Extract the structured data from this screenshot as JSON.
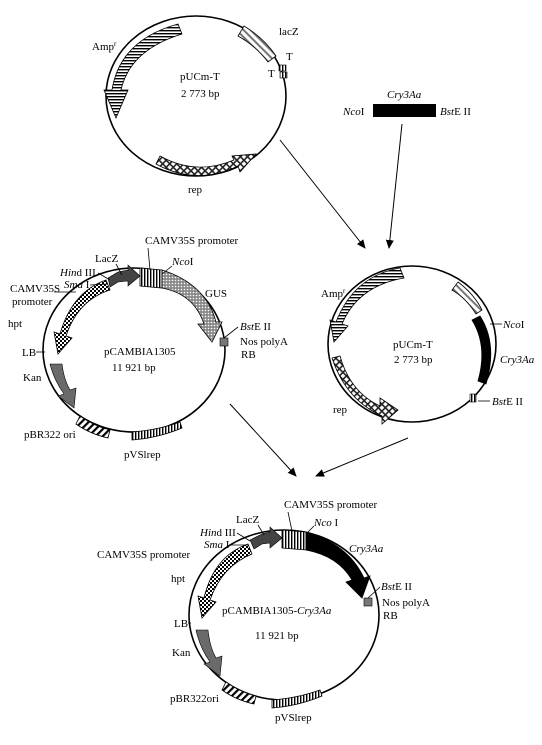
{
  "plasmid1": {
    "name": "pUCm-T",
    "size": "2 773 bp",
    "amp": "Amp",
    "amp_sup": "r",
    "lacz": "lacZ",
    "t1": "T",
    "t2": "T",
    "rep": "rep"
  },
  "insert": {
    "gene": "Cry3Aa",
    "site_left": "Nco",
    "site_left_suffix": "I",
    "site_right": "Bst",
    "site_right_suffix": "E II"
  },
  "plasmid2": {
    "name": "pCAMBIA1305",
    "size": "11 921 bp",
    "camv_top": "CAMV35S promoter",
    "lacz": "LacZ",
    "nco": "Nco",
    "nco_suffix": "I",
    "hind": "Hin",
    "hind_suffix": "d III",
    "sma": "Sma",
    "sma_suffix": " I",
    "camv_left_1": "CAMV35S",
    "camv_left_2": "promoter",
    "hpt": "hpt",
    "gus": "GUS",
    "bst": "Bst",
    "bst_suffix": "E II",
    "nos": "Nos polyA",
    "rb": "RB",
    "lb": "LB",
    "kan": "Kan",
    "ori": "pBR322 ori",
    "pvs": "pVSlrep"
  },
  "plasmid3": {
    "name": "pUCm-T",
    "size": "2 773 bp",
    "amp": "Amp",
    "amp_sup": "r",
    "nco": "Nco",
    "nco_suffix": "I",
    "gene": "Cry3Aa",
    "bst": "Bst",
    "bst_suffix": "E II",
    "rep": "rep"
  },
  "plasmid4": {
    "name_prefix": "pCAMBIA1305-",
    "name_gene": "Cry3Aa",
    "size": "11 921 bp",
    "camv_top": "CAMV35S promoter",
    "lacz": "LacZ",
    "nco": "Nco",
    "nco_suffix": " I",
    "gene": "Cry3Aa",
    "hind": "Hin",
    "hind_suffix": "d III",
    "sma": "Sma",
    "sma_suffix": " I",
    "camv_left": "CAMV35S promoter",
    "hpt": "hpt",
    "bst": "Bst",
    "bst_suffix": "E II",
    "nos": "Nos polyA",
    "rb": "RB",
    "lb": "LB",
    "kan": "Kan",
    "ori": "pBR322ori",
    "pvs": "pVSlrep"
  }
}
